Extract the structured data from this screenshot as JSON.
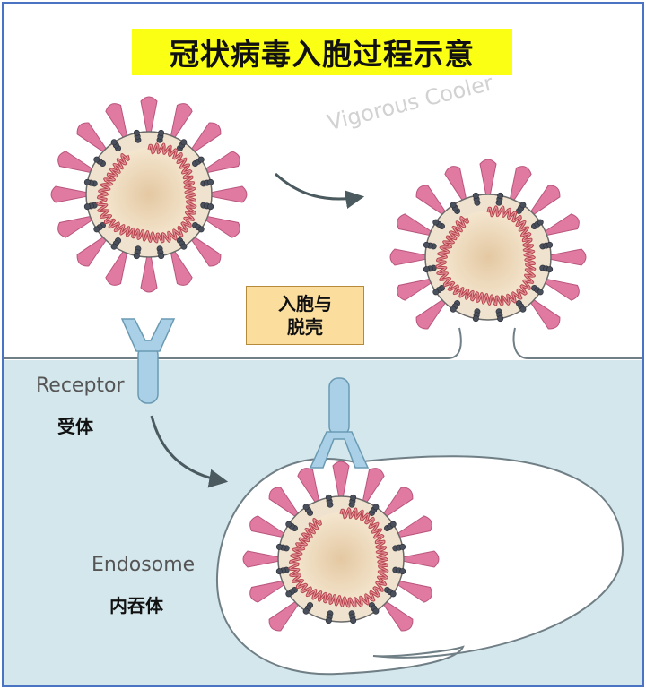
{
  "title": "冠状病毒入胞过程示意",
  "watermark": "Vigorous Cooler",
  "entry_box": {
    "line1": "入胞与",
    "line2": "脱壳"
  },
  "receptor": {
    "label_en": "Receptor",
    "label_zh": "受体"
  },
  "endosome": {
    "label_en": "Endosome",
    "label_zh": "内吞体"
  },
  "colors": {
    "title_bg": "#fbff13",
    "entry_box_bg": "#fbde9e",
    "cell_interior": "#d4e7ec",
    "spike": "#e07aa0",
    "virus_core": "#eedcbe",
    "rna": "#b8474f",
    "receptor": "#a9d0e6",
    "arrow": "#4a5a5f",
    "frame": "#4a73c4"
  }
}
